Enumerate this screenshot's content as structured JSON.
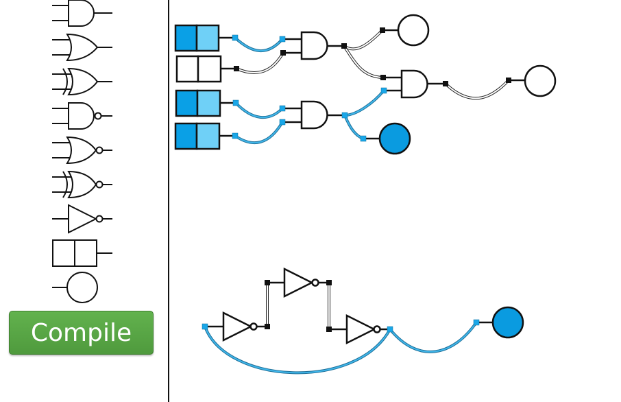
{
  "palette": {
    "tools": [
      {
        "id": "and",
        "icon": "and-gate-icon"
      },
      {
        "id": "or",
        "icon": "or-gate-icon"
      },
      {
        "id": "xor",
        "icon": "xor-gate-icon"
      },
      {
        "id": "nand",
        "icon": "nand-gate-icon"
      },
      {
        "id": "nor",
        "icon": "nor-gate-icon"
      },
      {
        "id": "xnor",
        "icon": "xnor-gate-icon"
      },
      {
        "id": "not",
        "icon": "not-gate-icon"
      },
      {
        "id": "switch",
        "icon": "toggle-switch-icon"
      },
      {
        "id": "lamp",
        "icon": "output-lamp-icon"
      }
    ],
    "compile_label": "Compile"
  },
  "circuit": {
    "inputs": [
      {
        "id": "sw1",
        "on": true
      },
      {
        "id": "sw2",
        "on": false
      },
      {
        "id": "sw3",
        "on": true
      },
      {
        "id": "sw4",
        "on": true
      }
    ],
    "outputs": [
      {
        "id": "lamp1",
        "on": false
      },
      {
        "id": "lamp2",
        "on": false
      },
      {
        "id": "lamp3",
        "on": true
      },
      {
        "id": "lamp4",
        "on": true
      }
    ]
  },
  "colors": {
    "active_wire": "#1f9bd4",
    "inactive_wire": "#ffffff",
    "active_pin": "#1aa7e8",
    "inactive_pin": "#111111",
    "switch_on_left": "#0aa0e6",
    "switch_on_right": "#6fd0f7",
    "lamp_on": "#0a9be0",
    "compile_button": "#5aab47"
  }
}
